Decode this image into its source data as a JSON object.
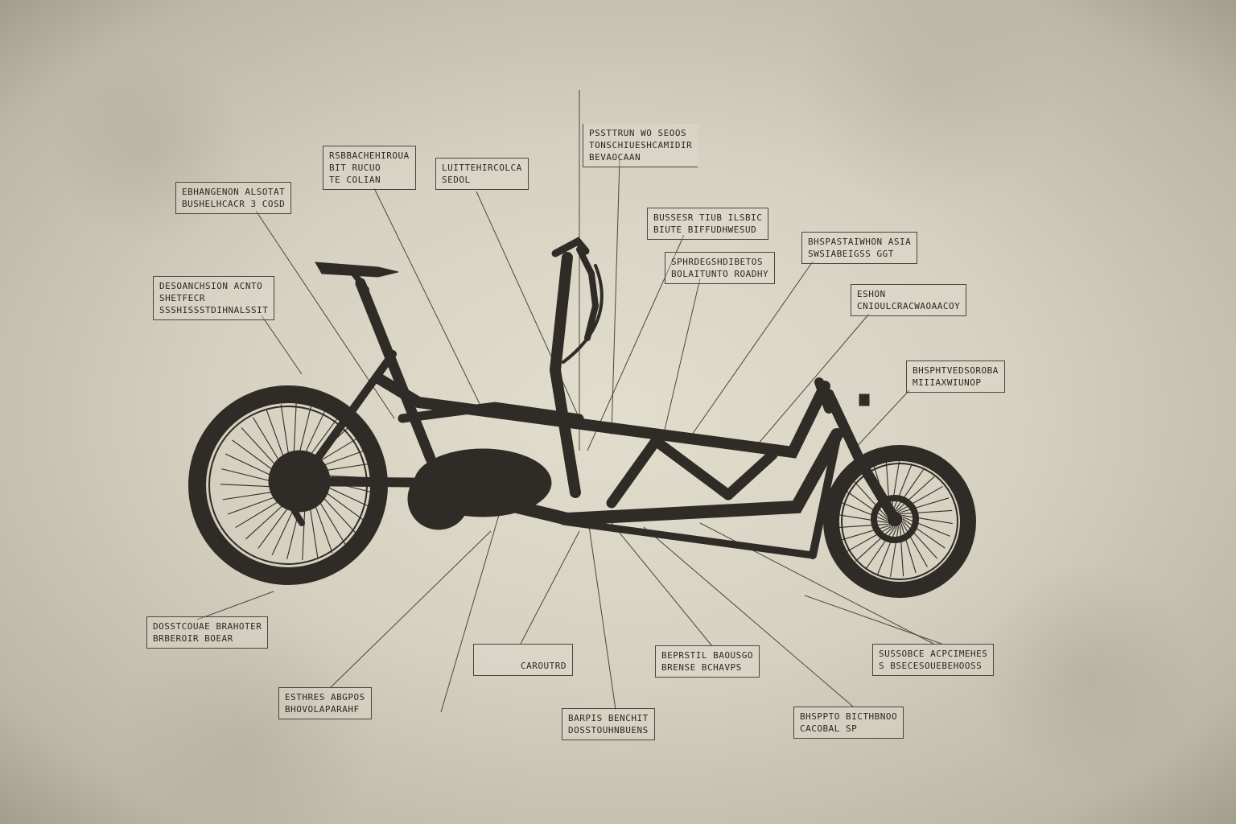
{
  "callouts": [
    {
      "id": "c1",
      "lines": [
        "EBHANGENON ALSOTAT",
        "BUSHELHCACR 3 COSD"
      ]
    },
    {
      "id": "c2",
      "lines": [
        "RSBBACHEHIROUA",
        "BIT RUCUO",
        "TE COLIAN"
      ]
    },
    {
      "id": "c3",
      "lines": [
        "LUITTEHIRCOLCA",
        "SEDOL"
      ]
    },
    {
      "id": "c4",
      "lines": [
        "PSSTTRUN WO SEOOS",
        "TONSCHIUESHCAMIDIR",
        "BEVAOCAAN"
      ]
    },
    {
      "id": "c5",
      "lines": [
        "BUSSESR TIUB ILSBIC",
        "BIUTE BIFFUDHWESUD"
      ]
    },
    {
      "id": "c6",
      "lines": [
        "SPHRDEGSHDIBETOS",
        "BOLAITUNTO ROADHY"
      ]
    },
    {
      "id": "c7",
      "lines": [
        "BHSPASTAIWHON ASIA",
        "SWSIABEIGSS GGT"
      ]
    },
    {
      "id": "c8",
      "lines": [
        "DESOANCHSION ACNTO",
        "SHETFECR",
        "SSSHISSSTDIHNALSSIT"
      ]
    },
    {
      "id": "c9",
      "lines": [
        "ESHON",
        "CNIOULCRACWAOAACOY"
      ]
    },
    {
      "id": "c10",
      "lines": [
        "BHSPHTVEDSOROBA",
        "MIIIAXWIUNOP"
      ]
    },
    {
      "id": "c11",
      "lines": [
        "DOSSTCOUAE BRAHOTER",
        "BRBEROIR BOEAR"
      ]
    },
    {
      "id": "c12",
      "lines": [
        "CAROUTRD"
      ]
    },
    {
      "id": "c13",
      "lines": [
        "BEPRSTIL BAOUSGO",
        "BRENSE BCHAVPS"
      ]
    },
    {
      "id": "c14",
      "lines": [
        "SUSSOBCE ACPCIMEHES",
        "S BSECESOUEBEHOOSS"
      ]
    },
    {
      "id": "c15",
      "lines": [
        "ESTHRES ABGPOS",
        "BHOVOLAPARAHF"
      ]
    },
    {
      "id": "c16",
      "lines": [
        "BARPIS BENCHIT",
        "DOSSTOUHNBUENS"
      ]
    },
    {
      "id": "c17",
      "lines": [
        "BHSPPTO BICTHBNOO",
        "CACOBAL SP"
      ]
    }
  ],
  "colors": {
    "ink": "#2f2c27",
    "paper": "#d6d1c0",
    "line": "#4a463d"
  }
}
